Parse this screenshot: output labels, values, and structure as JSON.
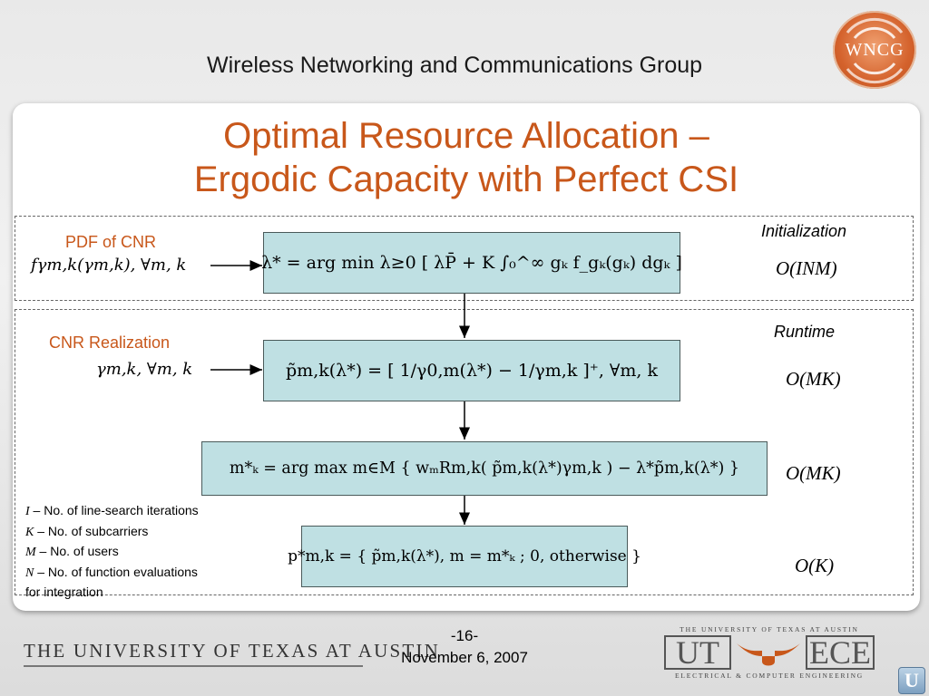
{
  "header": {
    "title": "Wireless Networking and Communications Group",
    "logo_text": "WNCG"
  },
  "slide": {
    "title_line1": "Optimal Resource Allocation –",
    "title_line2": "Ergodic Capacity with Perfect CSI"
  },
  "sections": {
    "init_label": "Initialization",
    "init_complexity": "O(INM)",
    "runtime_label": "Runtime",
    "runtime_complexity_1": "O(MK)",
    "runtime_complexity_2": "O(MK)",
    "runtime_complexity_3": "O(K)"
  },
  "inputs": {
    "pdf_label": "PDF of CNR",
    "pdf_expr": "fγm,k(γm,k), ∀m, k",
    "cnr_label": "CNR Realization",
    "cnr_expr": "γm,k, ∀m, k"
  },
  "equations": {
    "eq1": "λ* = arg min λ≥0 [ λP̄ + K ∫₀^∞ gₖ f_gₖ(gₖ) dgₖ ]",
    "eq2": "p̃m,k(λ*) = [ 1/γ0,m(λ*) − 1/γm,k ]⁺, ∀m, k",
    "eq3": "m*ₖ = arg max m∈M { wₘRm,k( p̃m,k(λ*)γm,k ) − λ*p̃m,k(λ*) }",
    "eq4": "p*m,k = { p̃m,k(λ*),  m = m*ₖ ; 0,  otherwise }"
  },
  "legend": {
    "i_sym": "I",
    "i_text": " – No. of line-search iterations",
    "k_sym": "K",
    "k_text": " – No. of subcarriers",
    "m_sym": "M",
    "m_text": " – No. of users",
    "n_sym": "N",
    "n_text": " – No. of function evaluations",
    "n_text2": "for integration"
  },
  "footer": {
    "university": "THE UNIVERSITY OF TEXAS AT AUSTIN",
    "page_number": "-16-",
    "date": "November 6, 2007",
    "logo_top": "THE UNIVERSITY OF TEXAS AT AUSTIN",
    "logo_left": "UT",
    "logo_right": "ECE",
    "logo_bottom": "ELECTRICAL & COMPUTER ENGINEERING",
    "corner_icon": "U"
  },
  "colors": {
    "title": "#c8571a",
    "box_fill": "#bfe0e3",
    "logo": "#d4622c"
  }
}
